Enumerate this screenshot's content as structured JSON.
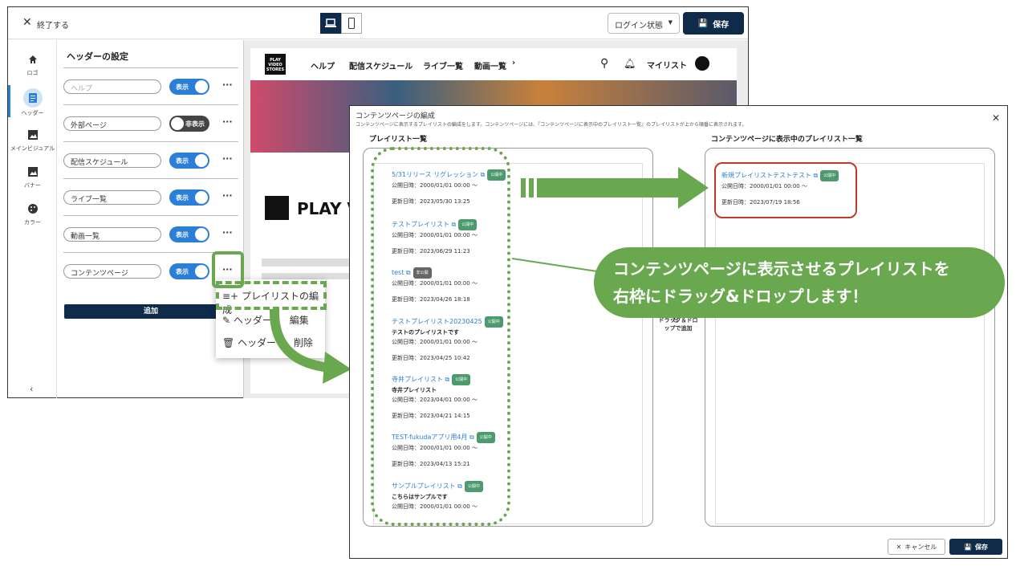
{
  "editor": {
    "exit_label": "終了する",
    "login_state": "ログイン状態",
    "save_label": "保存",
    "nav": [
      {
        "label": "ロゴ",
        "icon": "home-icon"
      },
      {
        "label": "ヘッダー",
        "icon": "document-icon"
      },
      {
        "label": "メインビジュアル",
        "icon": "image-icon"
      },
      {
        "label": "バナー",
        "icon": "image-icon"
      },
      {
        "label": "カラー",
        "icon": "palette-icon"
      }
    ],
    "settings_title": "ヘッダーの設定",
    "rows": [
      {
        "value": "ヘルプ",
        "toggle": "表示",
        "on": true,
        "placeholder": true
      },
      {
        "value": "外部ページ",
        "toggle": "非表示",
        "on": false
      },
      {
        "value": "配信スケジュール",
        "toggle": "表示",
        "on": true
      },
      {
        "value": "ライブ一覧",
        "toggle": "表示",
        "on": true
      },
      {
        "value": "動画一覧",
        "toggle": "表示",
        "on": true
      },
      {
        "value": "コンテンツページ",
        "toggle": "表示",
        "on": true
      }
    ],
    "add_label": "追加",
    "menu": [
      "プレイリストの編成",
      "ヘッダー",
      "編集",
      "ヘッダー",
      "削除"
    ]
  },
  "preview": {
    "logo_text": "PLAY VIDEO STORES",
    "nav": [
      "ヘルプ",
      "配信スケジュール",
      "ライブ一覧",
      "動画一覧"
    ],
    "mylist": "マイリスト",
    "big_logo": "PLAY V"
  },
  "modal": {
    "title": "コンテンツページの編成",
    "subtitle": "コンテンツページに表示するプレイリストの編成をします。コンテンツページには、『コンテンツページに表示中のプレイリスト一覧』のプレイリストが上から順番に表示されます。",
    "left_title": "プレイリスト一覧",
    "right_title": "コンテンツページに表示中のプレイリスト一覧",
    "playlists": [
      {
        "title": "5/31リリース リグレッション",
        "badge": "公開中",
        "desc": "",
        "published": "公開日時：2000/01/01 00:00 〜",
        "updated": "更新日時：2023/05/30 13:25"
      },
      {
        "title": "テストプレイリスト",
        "badge": "公開中",
        "desc": "",
        "published": "公開日時：2000/01/01 00:00 〜",
        "updated": "更新日時：2023/06/29 11:23"
      },
      {
        "title": "test",
        "badge": "非公開",
        "desc": "",
        "published": "公開日時：2000/01/01 00:00 〜",
        "updated": "更新日時：2023/04/26 18:18"
      },
      {
        "title": "テストプレイリスト20230425",
        "badge": "公開中",
        "desc": "テストのプレイリストです",
        "published": "公開日時：2000/01/01 00:00 〜",
        "updated": "更新日時：2023/04/25 10:42"
      },
      {
        "title": "寺井プレイリスト",
        "badge": "公開中",
        "desc": "寺井プレイリスト",
        "published": "公開日時：2023/04/01 00:00 〜",
        "updated": "更新日時：2023/04/21 14:15"
      },
      {
        "title": "TEST-fukudaアプリ用4月",
        "badge": "公開中",
        "desc": "",
        "published": "公開日時：2000/01/01 00:00 〜",
        "updated": "更新日時：2023/04/13 15:21"
      },
      {
        "title": "サンプルプレイリスト",
        "badge": "公開中",
        "desc": "こちらはサンプルです",
        "published": "公開日時：2000/01/01 00:00 〜",
        "updated": ""
      }
    ],
    "selected": {
      "title": "新規プレイリストテストテスト",
      "badge": "公開中",
      "published": "公開日時：2000/01/01 00:00 〜",
      "updated": "更新日時：2023/07/19 18:56"
    },
    "dnd_hint": "ドラッグ＆ドロップで追加",
    "cancel_label": "キャンセル",
    "save_label": "保存"
  },
  "callout": {
    "line1": "コンテンツページに表示させるプレイリストを",
    "line2": "右枠にドラッグ&ドロップします！"
  },
  "colors": {
    "accent_green": "#6aa84f",
    "navy": "#0f2b4a",
    "blue": "#2b7fd6",
    "red": "#c0392b"
  }
}
